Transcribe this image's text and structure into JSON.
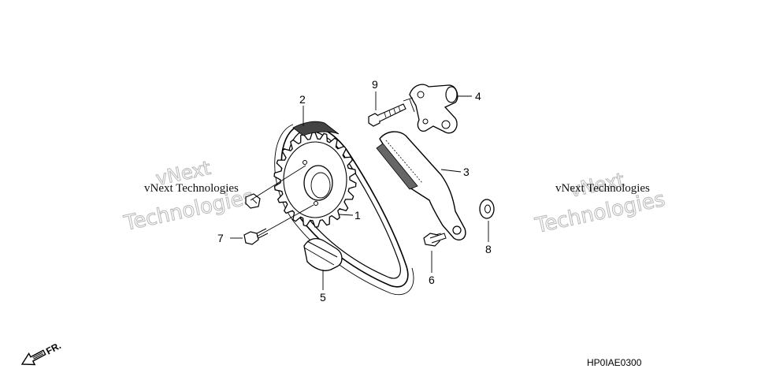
{
  "callouts": {
    "p1": "1",
    "p2": "2",
    "p3": "3",
    "p4": "4",
    "p5": "5",
    "p6": "6",
    "p7": "7",
    "p8": "8",
    "p9": "9"
  },
  "watermark": {
    "line1": "vNext Technologies",
    "line2": "vNext",
    "line3": "Technologies"
  },
  "direction_label": "FR.",
  "diagram_code": "HP0IAE0300",
  "colors": {
    "ink": "#000000",
    "watermark": "#b8b8b8",
    "background": "#ffffff"
  }
}
